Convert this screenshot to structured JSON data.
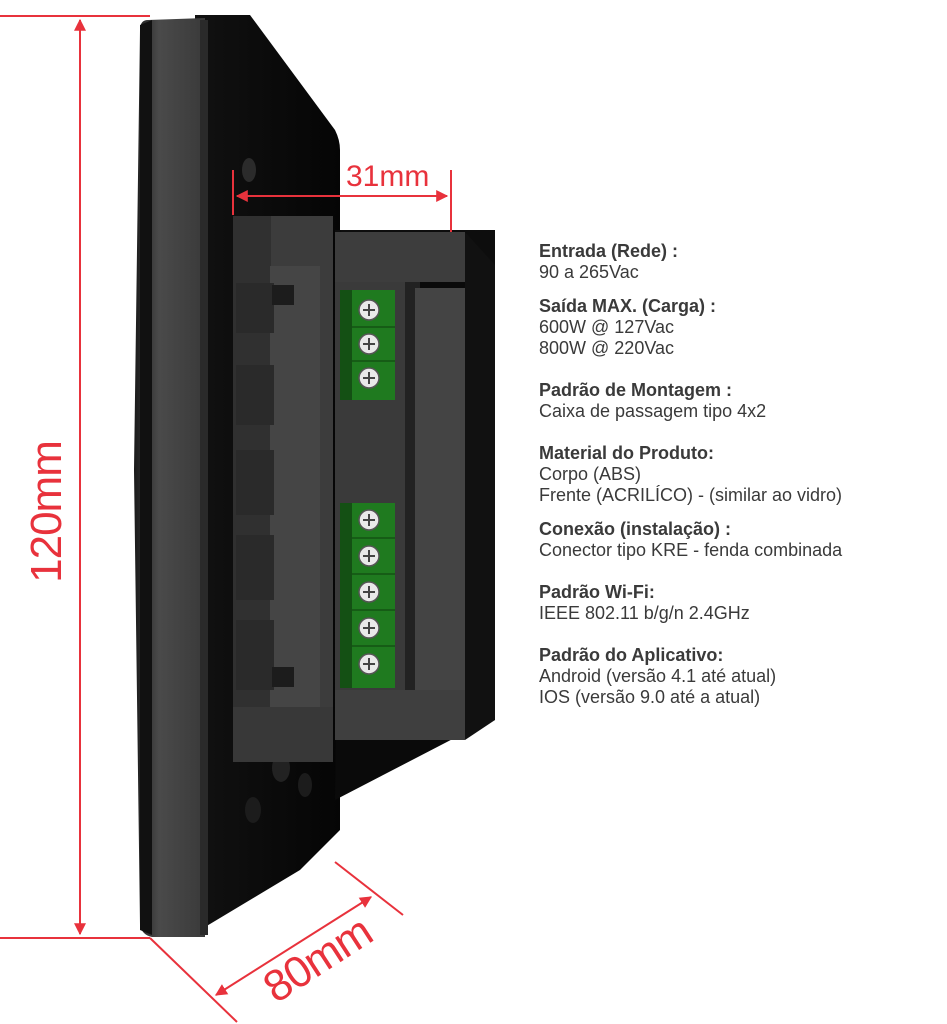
{
  "dimensions": {
    "height": "120mm",
    "depth": "31mm",
    "width": "80mm"
  },
  "colors": {
    "dimension_line": "#e8323c",
    "device_body": "#1f1f1f",
    "terminal_block": "#1f7a1f",
    "spec_text": "#3a3a3a"
  },
  "specs": [
    {
      "title": "Entrada (Rede) :",
      "lines": [
        "90 a 265Vac"
      ]
    },
    {
      "title": "Saída MAX. (Carga) :",
      "lines": [
        "600W @ 127Vac",
        "800W @ 220Vac"
      ]
    },
    {
      "title": "Padrão de Montagem :",
      "lines": [
        "Caixa de passagem tipo 4x2"
      ]
    },
    {
      "title": "Material do Produto:",
      "lines": [
        "Corpo (ABS)",
        "Frente (ACRILÍCO) - (similar ao vidro)"
      ]
    },
    {
      "title": "Conexão (instalação) :",
      "lines": [
        "Conector tipo KRE - fenda combinada"
      ]
    },
    {
      "title": "Padrão Wi-Fi:",
      "lines": [
        "IEEE 802.11 b/g/n 2.4GHz"
      ]
    },
    {
      "title": "Padrão do Aplicativo:",
      "lines": [
        "Android (versão 4.1 até atual)",
        "IOS (versão 9.0 até a atual)"
      ]
    }
  ]
}
